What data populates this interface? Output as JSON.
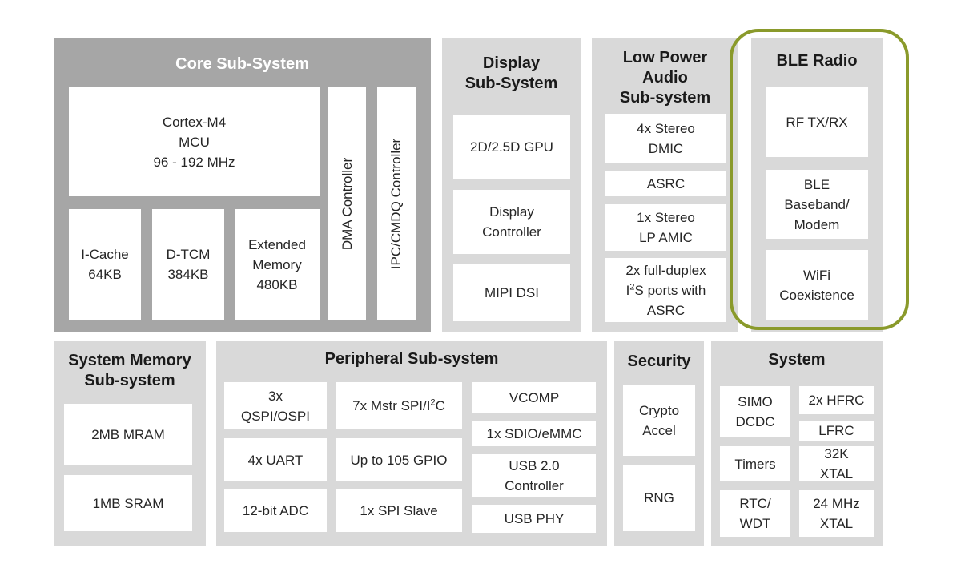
{
  "core": {
    "title": "Core Sub-System",
    "mcu": "Cortex-M4\nMCU\n96 - 192 MHz",
    "icache": "I-Cache\n64KB",
    "dtcm": "D-TCM\n384KB",
    "extmem": "Extended\nMemory\n480KB",
    "dma": "DMA Controller",
    "ipc": "IPC/CMDQ Controller"
  },
  "display": {
    "title": "Display\nSub-System",
    "gpu": "2D/2.5D GPU",
    "controller": "Display\nController",
    "mipi": "MIPI DSI"
  },
  "audio": {
    "title": "Low Power\nAudio\nSub-system",
    "dmic": "4x Stereo\nDMIC",
    "asrc": "ASRC",
    "amic": "1x Stereo\nLP AMIC",
    "i2s_line1": "2x full-duplex",
    "i2s_pre": "I",
    "i2s_sup": "2",
    "i2s_post": "S ports with",
    "i2s_line3": "ASRC"
  },
  "ble": {
    "title": "BLE Radio",
    "rf": "RF TX/RX",
    "baseband": "BLE\nBaseband/\nModem",
    "wifi": "WiFi\nCoexistence"
  },
  "sysmem": {
    "title": "System Memory\nSub-system",
    "mram": "2MB MRAM",
    "sram": "1MB SRAM"
  },
  "periph": {
    "title": "Peripheral Sub-system",
    "qspi": "3x\nQSPI/OSPI",
    "spi_pre": "7x Mstr SPI/I",
    "spi_sup": "2",
    "spi_post": "C",
    "uart": "4x UART",
    "gpio": "Up to 105 GPIO",
    "adc": "12-bit ADC",
    "spislave": "1x SPI Slave",
    "vcomp": "VCOMP",
    "sdio": "1x SDIO/eMMC",
    "usb": "USB 2.0\nController",
    "usbphy": "USB PHY"
  },
  "security": {
    "title": "Security",
    "crypto": "Crypto\nAccel",
    "rng": "RNG"
  },
  "system": {
    "title": "System",
    "simo": "SIMO\nDCDC",
    "hfrc": "2x HFRC",
    "lfrc": "LFRC",
    "timers": "Timers",
    "xtal32k": "32K\nXTAL",
    "rtc": "RTC/\nWDT",
    "xtal24": "24 MHz\nXTAL"
  },
  "colors": {
    "core_panel": "#a6a6a6",
    "panel": "#d9d9d9",
    "block": "#ffffff",
    "ble_outline": "#8a9a2b"
  }
}
